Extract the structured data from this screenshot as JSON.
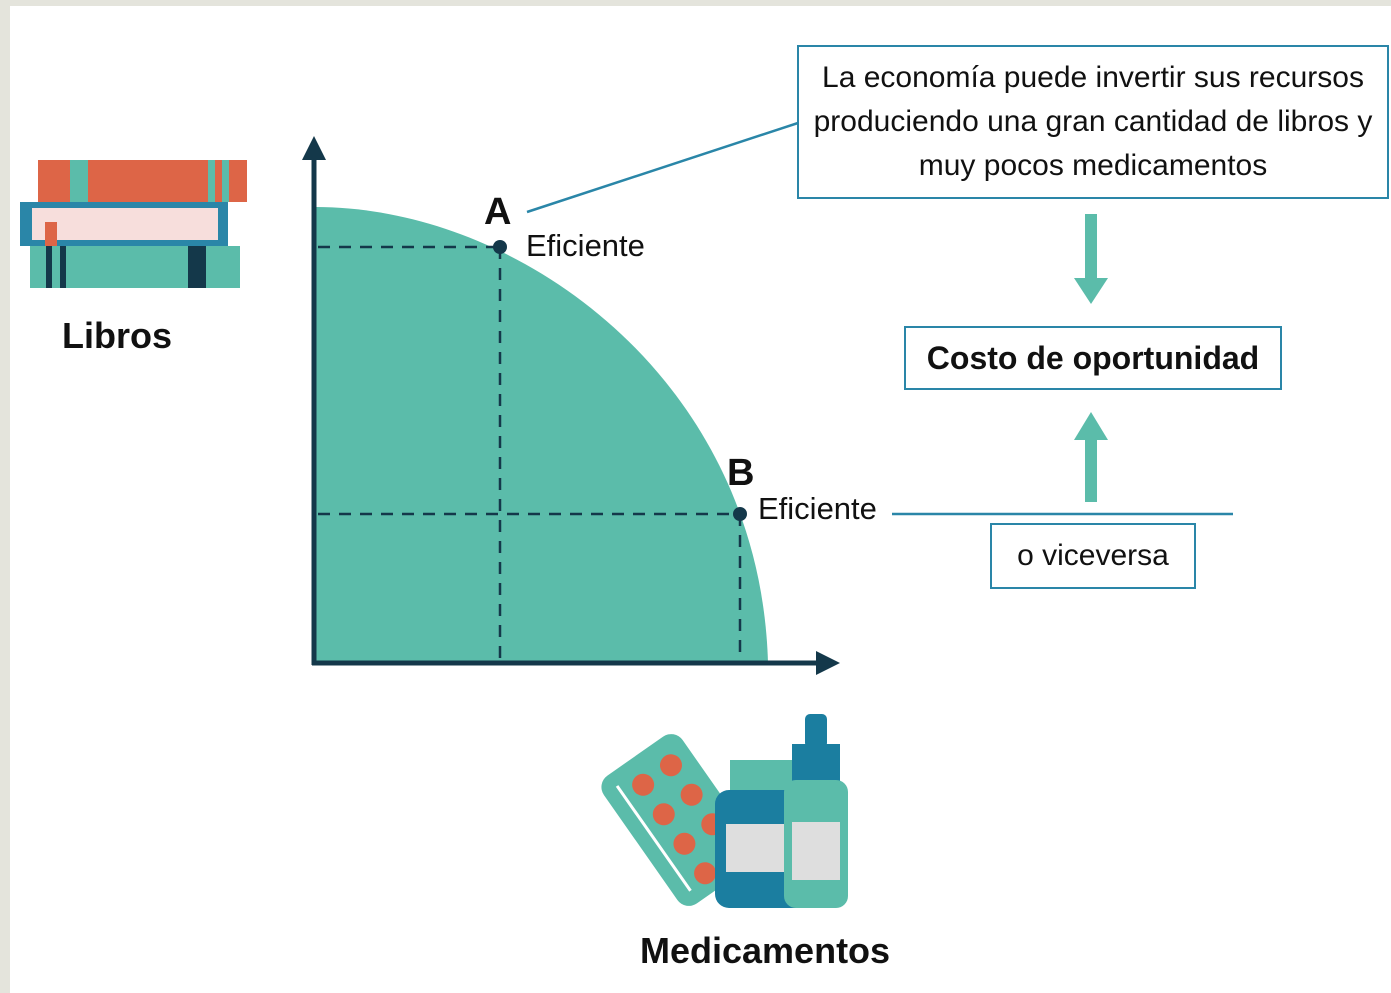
{
  "axes": {
    "y_label": "Libros",
    "x_label": "Medicamentos"
  },
  "points": [
    {
      "id": "A",
      "letter": "A",
      "status": "Eficiente"
    },
    {
      "id": "B",
      "letter": "B",
      "status": "Eficiente"
    }
  ],
  "callouts": {
    "description": "La economía puede invertir sus recursos produciendo una gran cantidad de libros y muy pocos medicamentos",
    "opportunity_cost": "Costo de oportunidad",
    "vice_versa": "o viceversa"
  },
  "colors": {
    "frontier_fill": "#5bbcaa",
    "axis": "#14384a",
    "box_border": "#2a86a8",
    "arrow": "#5bbcaa",
    "book_orange": "#dd6547",
    "book_pink": "#f7dedc",
    "book_teal": "#5bbcaa",
    "book_blue": "#2a86a8",
    "medicine_blue": "#1b7ea0",
    "pill_red": "#dd6547"
  },
  "icons": {
    "books": "books-icon",
    "medicines": "medicines-icon"
  }
}
